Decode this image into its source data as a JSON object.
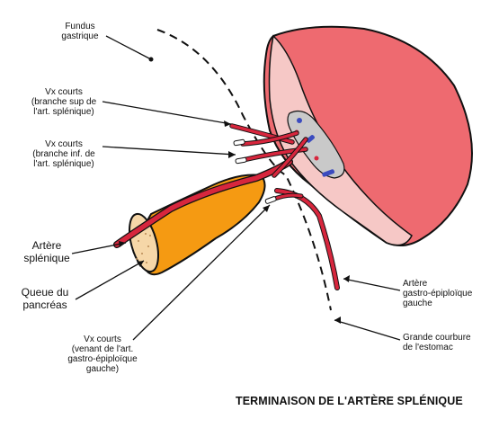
{
  "title": "TERMINAISON DE L'ARTÈRE SPLÉNIQUE",
  "labels": {
    "fundus": [
      "Fundus",
      "gastrique"
    ],
    "vx_courts_sup": [
      "Vx courts",
      "(branche sup de",
      "l'art. splénique)"
    ],
    "vx_courts_inf": [
      "Vx courts",
      "(branche inf. de",
      "l'art. splénique)"
    ],
    "artere_splenique": [
      "Artère",
      "splénique"
    ],
    "queue_pancreas": [
      "Queue du",
      "pancréas"
    ],
    "vx_courts_gastro": [
      "Vx courts",
      "(venant de l'art.",
      "gastro-épiploïque",
      "gauche)"
    ],
    "artere_gastro": [
      "Artère",
      "gastro-épiploïque",
      "gauche"
    ],
    "grande_courbure": [
      "Grande courbure",
      "de l'estomac"
    ]
  },
  "colors": {
    "spleen": "#ee6a70",
    "spleen_light": "#f6c8c6",
    "hilum": "#c9c9c9",
    "pancreas": "#f59a12",
    "pancreas_cut": "#f6d7a8",
    "artery": "#d7263d",
    "vein_blue": "#3b4bbf",
    "outline": "#111111"
  }
}
